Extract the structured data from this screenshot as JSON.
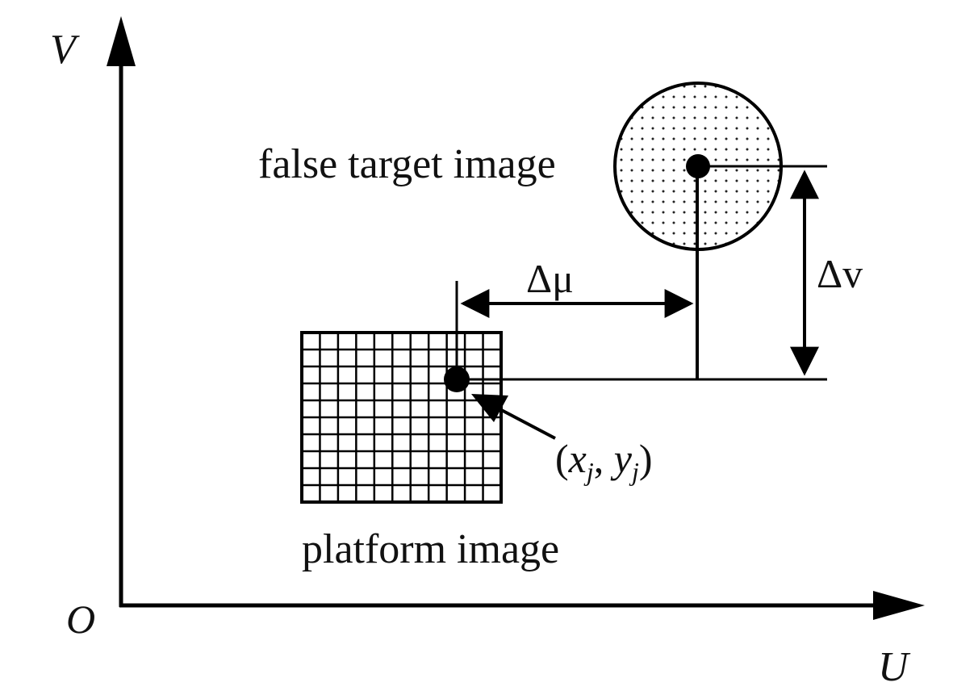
{
  "axes": {
    "vertical_label": "V",
    "horizontal_label": "U",
    "origin_label": "O"
  },
  "labels": {
    "false_target": "false target image",
    "platform": "platform image",
    "delta_u": "Δμ",
    "delta_v": "Δv",
    "point_open": "(",
    "point_x": "x",
    "point_x_sub": "j",
    "point_sep": ", ",
    "point_y": "y",
    "point_y_sub": "j",
    "point_close": ")"
  },
  "icons": {
    "false_target_texture": "dotted-circle-icon",
    "platform_texture": "grid-rectangle-icon"
  }
}
